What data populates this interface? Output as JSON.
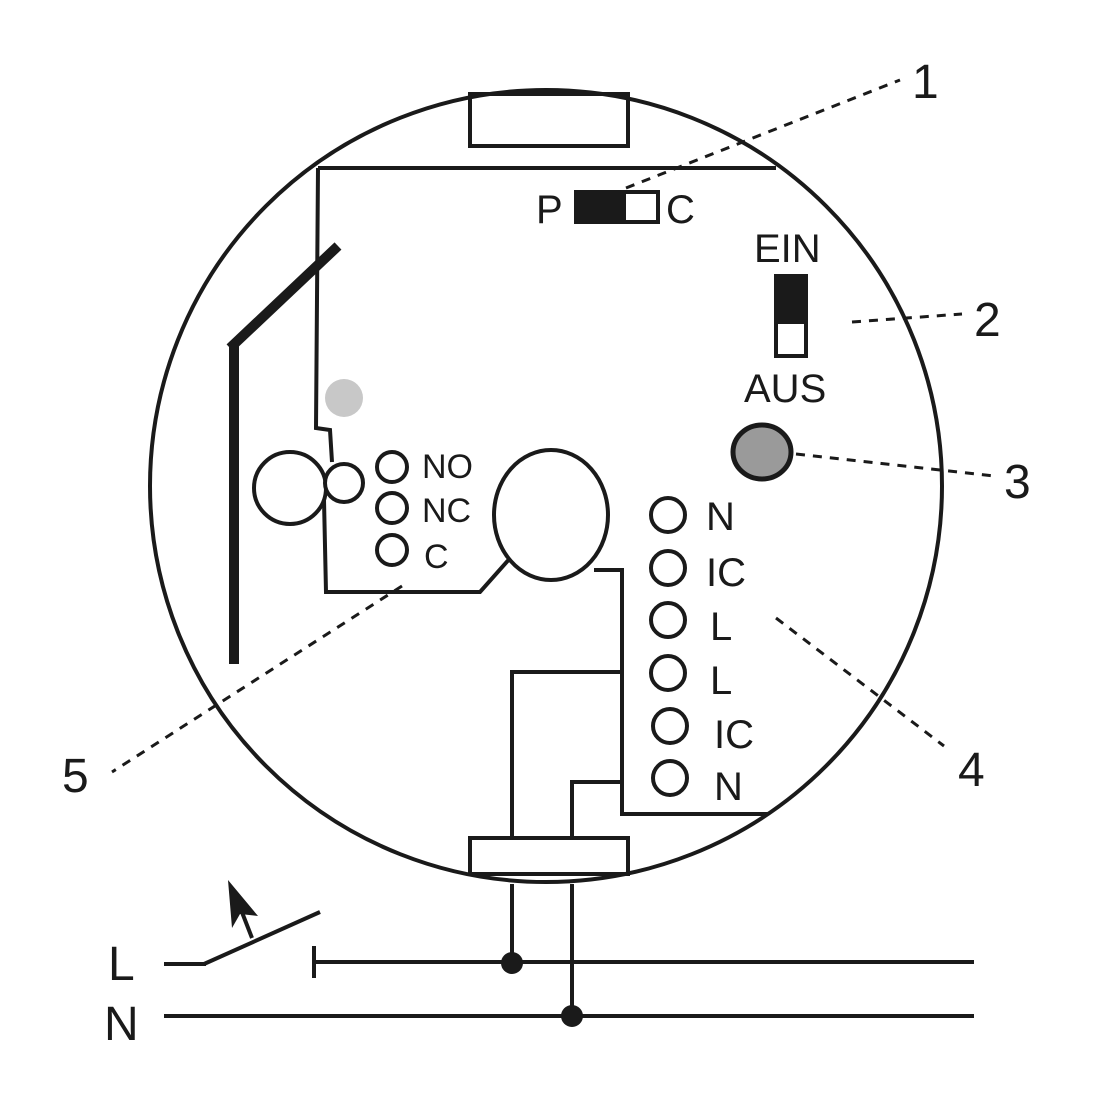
{
  "device": {
    "switch_pc": {
      "left_label": "P",
      "right_label": "C"
    },
    "switch_ein_aus": {
      "top_label": "EIN",
      "bottom_label": "AUS"
    },
    "relay_terminals": [
      "NO",
      "NC",
      "C"
    ],
    "main_terminals": [
      "N",
      "IC",
      "L",
      "L",
      "IC",
      "N"
    ]
  },
  "callouts": [
    "1",
    "2",
    "3",
    "4",
    "5"
  ],
  "supply": {
    "phase_label": "L",
    "neutral_label": "N"
  }
}
